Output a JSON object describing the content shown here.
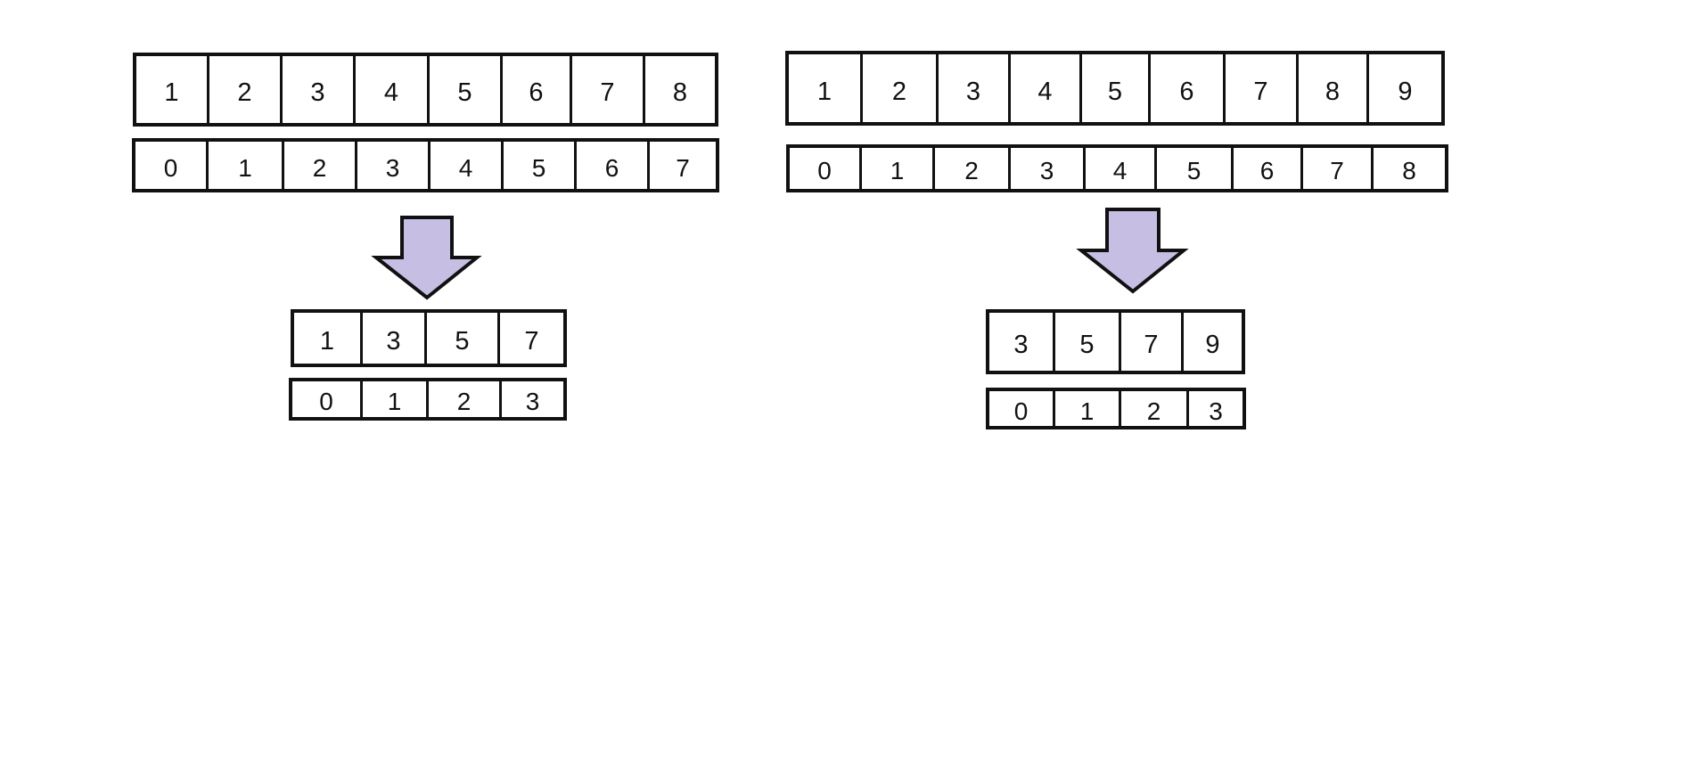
{
  "colors": {
    "outline": "#111111",
    "arrow_fill": "#c7bee4"
  },
  "left_example": {
    "values": [
      "1",
      "2",
      "3",
      "4",
      "5",
      "6",
      "7",
      "8"
    ],
    "indices": [
      "0",
      "1",
      "2",
      "3",
      "4",
      "5",
      "6",
      "7"
    ],
    "arrow_icon": "down-arrow-icon",
    "result_values": [
      "1",
      "3",
      "5",
      "7"
    ],
    "result_indices": [
      "0",
      "1",
      "2",
      "3"
    ]
  },
  "right_example": {
    "values": [
      "1",
      "2",
      "3",
      "4",
      "5",
      "6",
      "7",
      "8",
      "9"
    ],
    "indices": [
      "0",
      "1",
      "2",
      "3",
      "4",
      "5",
      "6",
      "7",
      "8"
    ],
    "arrow_icon": "down-arrow-icon",
    "result_values": [
      "3",
      "5",
      "7",
      "9"
    ],
    "result_indices": [
      "0",
      "1",
      "2",
      "3"
    ]
  }
}
